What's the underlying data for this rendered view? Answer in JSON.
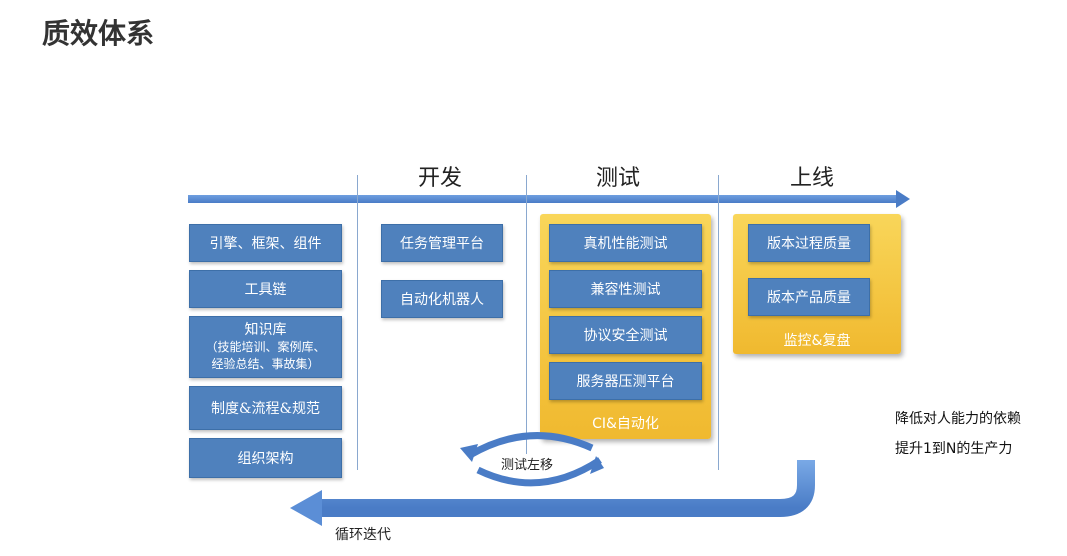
{
  "title": "质效体系",
  "phases": {
    "dev": "开发",
    "test": "测试",
    "launch": "上线"
  },
  "left_column": [
    {
      "label": "引擎、框架、组件"
    },
    {
      "label": "工具链"
    },
    {
      "title": "知识库",
      "line2": "（技能培训、案例库、",
      "line3": "经验总结、事故集）"
    },
    {
      "label": "制度&流程&规范"
    },
    {
      "label": "组织架构"
    }
  ],
  "dev_column": [
    "任务管理平台",
    "自动化机器人"
  ],
  "test_column": {
    "items": [
      "真机性能测试",
      "兼容性测试",
      "协议安全测试",
      "服务器压测平台"
    ],
    "panel_label": "CI&自动化"
  },
  "launch_column": {
    "items": [
      "版本过程质量",
      "版本产品质量"
    ],
    "panel_label": "监控&复盘"
  },
  "shift_left_label": "测试左移",
  "side_notes": [
    "降低对人能力的依赖",
    "提升1到N的生产力"
  ],
  "loop_label": "循环迭代",
  "colors": {
    "box_blue": "#4f81bd",
    "panel_gold": "#f5c842",
    "arrow_blue": "#5b8ed6"
  }
}
